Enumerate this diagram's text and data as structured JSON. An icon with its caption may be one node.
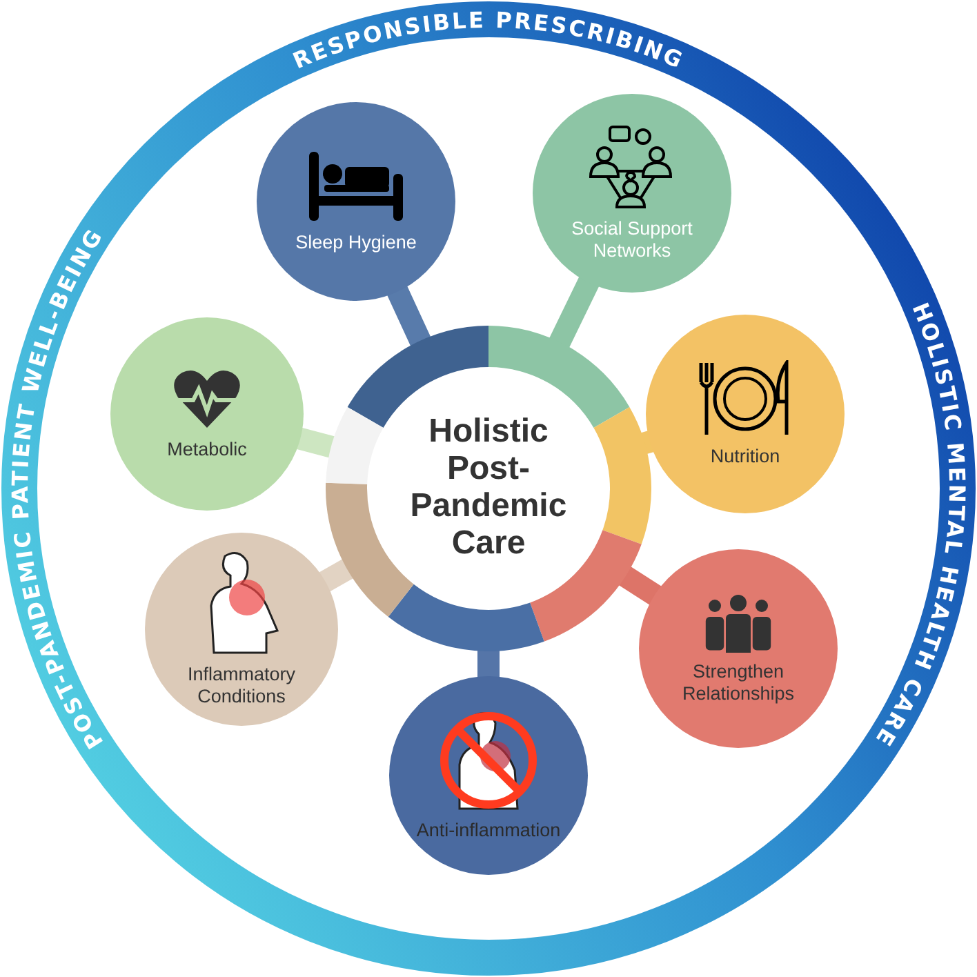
{
  "diagram": {
    "nodes": [
      {
        "text": [
          "Holistic Post-Pandemic Care"
        ]
      },
      {
        "text": [
          "Sleep Hygiene"
        ]
      },
      {
        "text": [
          "Social Support Networks"
        ]
      },
      {
        "text": [
          "Nutrition"
        ]
      },
      {
        "text": [
          "Strengthen Relationships"
        ]
      },
      {
        "text": [
          "Anti-inflammation"
        ]
      },
      {
        "text": [
          "Inflammatory Conditions"
        ]
      },
      {
        "text": [
          "Metabolic"
        ]
      }
    ],
    "edges": [
      {
        "from": 0,
        "to": 1,
        "arrow": "none",
        "color": "#587bab"
      },
      {
        "from": 0,
        "to": 2,
        "arrow": "none",
        "color": "#8dc5a5"
      },
      {
        "from": 0,
        "to": 3,
        "arrow": "none",
        "color": "#f2c464"
      },
      {
        "from": 0,
        "to": 4,
        "arrow": "none",
        "color": "#dd7468"
      },
      {
        "from": 0,
        "to": 5,
        "arrow": "none",
        "color": "#5575a8"
      },
      {
        "from": 0,
        "to": 6,
        "arrow": "none",
        "color": "#e2d3c3"
      },
      {
        "from": 0,
        "to": 7,
        "arrow": "none",
        "color": "#cde6c1"
      }
    ],
    "labels": [
      "RESPONSIBLE PRESCRIBING",
      "HOLISTIC MENTAL HEALTH CARE",
      "POST-PANDEMIC PATIENT WELL-BEING"
    ]
  }
}
